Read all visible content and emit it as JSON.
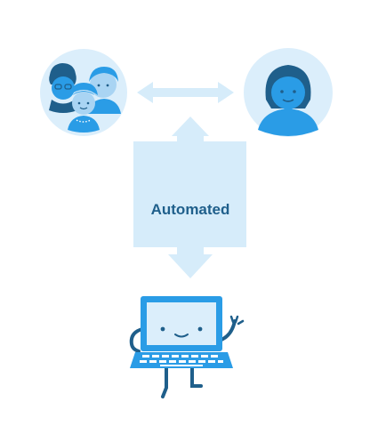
{
  "diagram": {
    "center_label": "Automated",
    "nodes": {
      "group": {
        "icon": "people-group-icon"
      },
      "person": {
        "icon": "single-person-icon"
      },
      "computer": {
        "icon": "laptop-character-icon"
      }
    },
    "connectors": [
      {
        "from": "group",
        "to": "person",
        "style": "double-arrow"
      },
      {
        "from": "automated-box",
        "to": "computer",
        "style": "arrow-down"
      }
    ],
    "colors": {
      "circle_fill": "#dbeefb",
      "arrow_fill": "#d6ecfa",
      "accent": "#2a9ce6",
      "label": "#1f5f8b"
    }
  }
}
